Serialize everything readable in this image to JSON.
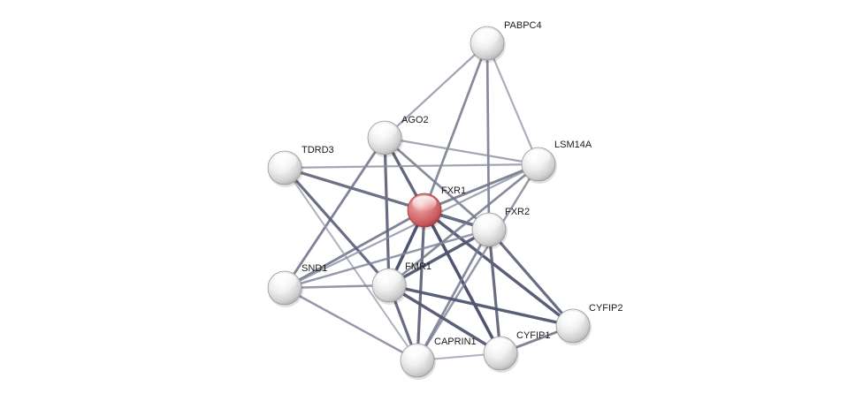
{
  "network": {
    "nodes": [
      {
        "id": "FXR1",
        "label": "FXR1",
        "query": true
      },
      {
        "id": "PABPC4",
        "label": "PABPC4",
        "query": false
      },
      {
        "id": "AGO2",
        "label": "AGO2",
        "query": false
      },
      {
        "id": "TDRD3",
        "label": "TDRD3",
        "query": false
      },
      {
        "id": "LSM14A",
        "label": "LSM14A",
        "query": false
      },
      {
        "id": "FXR2",
        "label": "FXR2",
        "query": false
      },
      {
        "id": "SND1",
        "label": "SND1",
        "query": false
      },
      {
        "id": "FMR1",
        "label": "FMR1",
        "query": false
      },
      {
        "id": "CYFIP2",
        "label": "CYFIP2",
        "query": false
      },
      {
        "id": "CYFIP1",
        "label": "CYFIP1",
        "query": false
      },
      {
        "id": "CAPRIN1",
        "label": "CAPRIN1",
        "query": false
      }
    ],
    "edges": [
      {
        "a": "FXR1",
        "b": "PABPC4",
        "weight": 0.55
      },
      {
        "a": "FXR1",
        "b": "AGO2",
        "weight": 0.8
      },
      {
        "a": "FXR1",
        "b": "TDRD3",
        "weight": 0.75
      },
      {
        "a": "FXR1",
        "b": "LSM14A",
        "weight": 0.6
      },
      {
        "a": "FXR1",
        "b": "FXR2",
        "weight": 0.9
      },
      {
        "a": "FXR1",
        "b": "SND1",
        "weight": 0.6
      },
      {
        "a": "FXR1",
        "b": "FMR1",
        "weight": 0.9
      },
      {
        "a": "FXR1",
        "b": "CYFIP2",
        "weight": 0.85
      },
      {
        "a": "FXR1",
        "b": "CYFIP1",
        "weight": 0.9
      },
      {
        "a": "FXR1",
        "b": "CAPRIN1",
        "weight": 0.75
      },
      {
        "a": "PABPC4",
        "b": "AGO2",
        "weight": 0.35
      },
      {
        "a": "PABPC4",
        "b": "LSM14A",
        "weight": 0.3
      },
      {
        "a": "PABPC4",
        "b": "FXR2",
        "weight": 0.55
      },
      {
        "a": "AGO2",
        "b": "LSM14A",
        "weight": 0.35
      },
      {
        "a": "AGO2",
        "b": "FXR2",
        "weight": 0.55
      },
      {
        "a": "AGO2",
        "b": "SND1",
        "weight": 0.6
      },
      {
        "a": "AGO2",
        "b": "FMR1",
        "weight": 0.75
      },
      {
        "a": "TDRD3",
        "b": "LSM14A",
        "weight": 0.35
      },
      {
        "a": "TDRD3",
        "b": "FXR2",
        "weight": 0.6
      },
      {
        "a": "TDRD3",
        "b": "FMR1",
        "weight": 0.75
      },
      {
        "a": "TDRD3",
        "b": "CAPRIN1",
        "weight": 0.25
      },
      {
        "a": "LSM14A",
        "b": "SND1",
        "weight": 0.35
      },
      {
        "a": "LSM14A",
        "b": "FMR1",
        "weight": 0.55
      },
      {
        "a": "LSM14A",
        "b": "CAPRIN1",
        "weight": 0.45
      },
      {
        "a": "FXR2",
        "b": "FMR1",
        "weight": 0.85
      },
      {
        "a": "FXR2",
        "b": "CYFIP2",
        "weight": 0.75
      },
      {
        "a": "FXR2",
        "b": "CYFIP1",
        "weight": 0.75
      },
      {
        "a": "FXR2",
        "b": "CAPRIN1",
        "weight": 0.55
      },
      {
        "a": "FXR2",
        "b": "SND1",
        "weight": 0.45
      },
      {
        "a": "SND1",
        "b": "FMR1",
        "weight": 0.45
      },
      {
        "a": "SND1",
        "b": "CAPRIN1",
        "weight": 0.45
      },
      {
        "a": "FMR1",
        "b": "CYFIP2",
        "weight": 0.85
      },
      {
        "a": "FMR1",
        "b": "CYFIP1",
        "weight": 0.85
      },
      {
        "a": "FMR1",
        "b": "CAPRIN1",
        "weight": 0.75
      },
      {
        "a": "CYFIP2",
        "b": "CYFIP1",
        "weight": 0.6
      },
      {
        "a": "CAPRIN1",
        "b": "CYFIP1",
        "weight": 0.25
      }
    ],
    "colors": {
      "query_node": "#d9686b",
      "other_node": "#e6e6e6",
      "edge_strong": "#3e4560",
      "edge_weak": "#b4b6c2",
      "label": "#1a1a1a",
      "background": "#ffffff"
    }
  }
}
